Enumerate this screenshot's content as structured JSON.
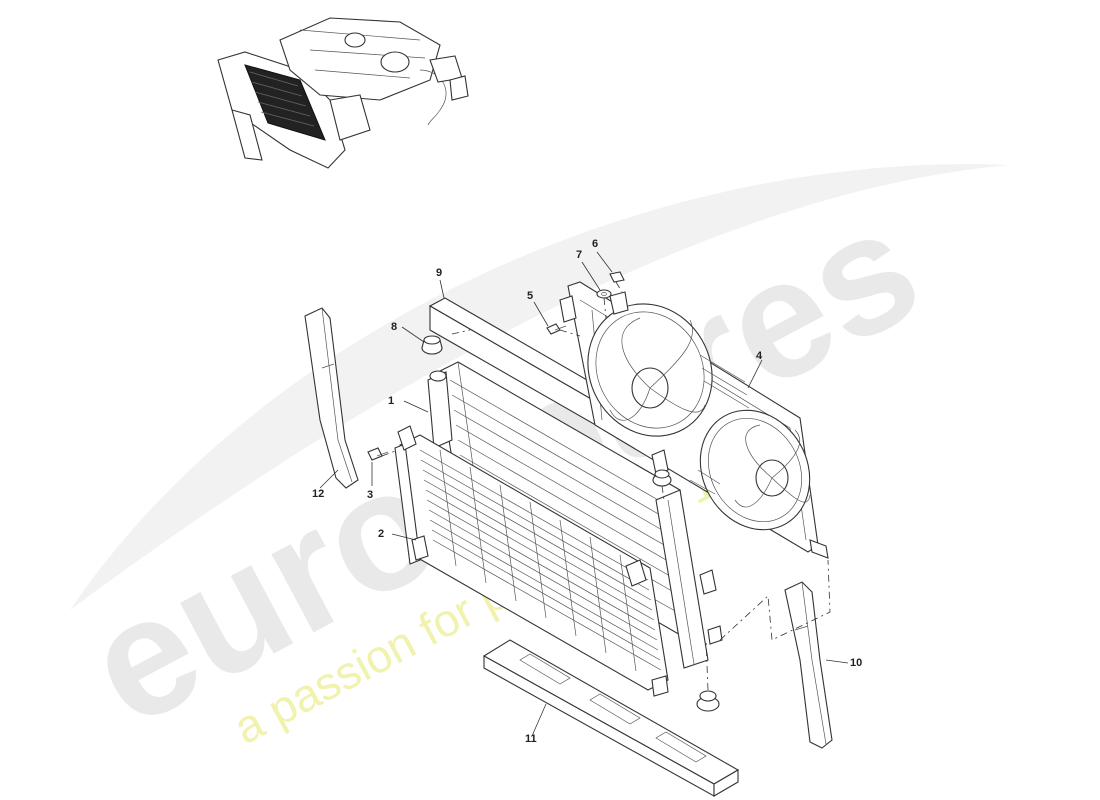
{
  "watermark": {
    "brand": "eurospares",
    "tagline": "a passion for parts since 1985",
    "brand_color": "#d8d8d8",
    "tagline_color": "#eef0a0"
  },
  "callouts": [
    {
      "id": "1",
      "label": "1"
    },
    {
      "id": "2",
      "label": "2"
    },
    {
      "id": "3",
      "label": "3"
    },
    {
      "id": "4",
      "label": "4"
    },
    {
      "id": "5",
      "label": "5"
    },
    {
      "id": "6",
      "label": "6"
    },
    {
      "id": "7",
      "label": "7"
    },
    {
      "id": "8",
      "label": "8"
    },
    {
      "id": "9",
      "label": "9"
    },
    {
      "id": "10",
      "label": "10"
    },
    {
      "id": "11",
      "label": "11"
    },
    {
      "id": "12",
      "label": "12"
    }
  ]
}
